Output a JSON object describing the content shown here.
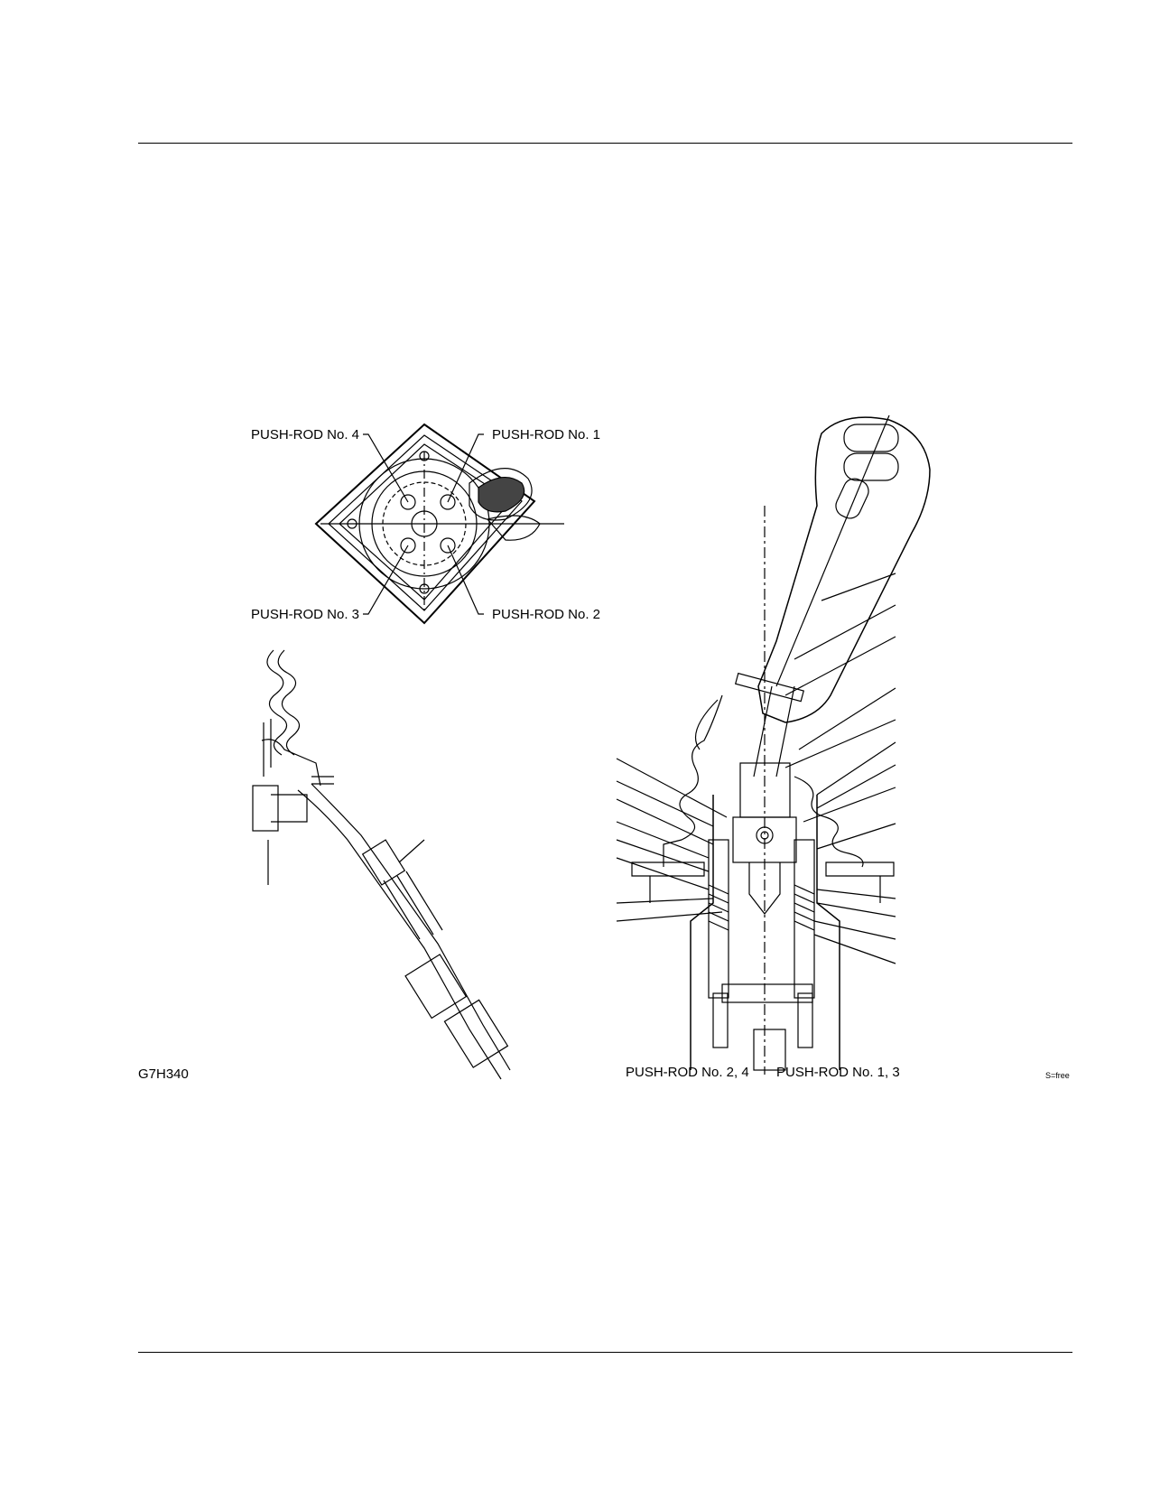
{
  "figure": {
    "id": "G7H340",
    "scale_note": "S=free",
    "top_view": {
      "pushrod_4": "PUSH-ROD No. 4",
      "pushrod_1": "PUSH-ROD No. 1",
      "pushrod_3": "PUSH-ROD No. 3",
      "pushrod_2": "PUSH-ROD No. 2"
    },
    "section_view": {
      "pushrod_2_4": "PUSH-ROD No. 2, 4",
      "pushrod_1_3": "PUSH-ROD No. 1, 3"
    }
  }
}
